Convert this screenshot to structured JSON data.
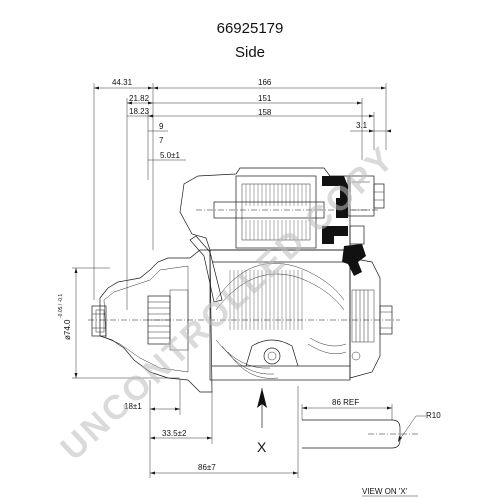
{
  "drawing": {
    "part_number": "66925179",
    "view_name": "Side",
    "watermark": "UNCONTROLLED COPY",
    "view_note": "VIEW ON 'X'",
    "arrow_label": "X"
  },
  "dimensions": {
    "d_44_31": "44.31",
    "d_166": "166",
    "d_21_82": "21.82",
    "d_151": "151",
    "d_18_23": "18.23",
    "d_158": "158",
    "d_9": "9",
    "d_7": "7",
    "d_3_1": "3.1",
    "d_5_0": "5.0±1",
    "d_dia74": "ø74.0",
    "d_dia74_tol": "-0.05 / -0.1",
    "d_18": "18±1",
    "d_33_5": "33.5±2",
    "d_86": "86±7",
    "d_86_ref": "86 REF",
    "d_r10": "R10"
  },
  "colors": {
    "line": "#1a1a1a",
    "watermark": "#bdbdbd",
    "terminal_fill": "#111111"
  }
}
